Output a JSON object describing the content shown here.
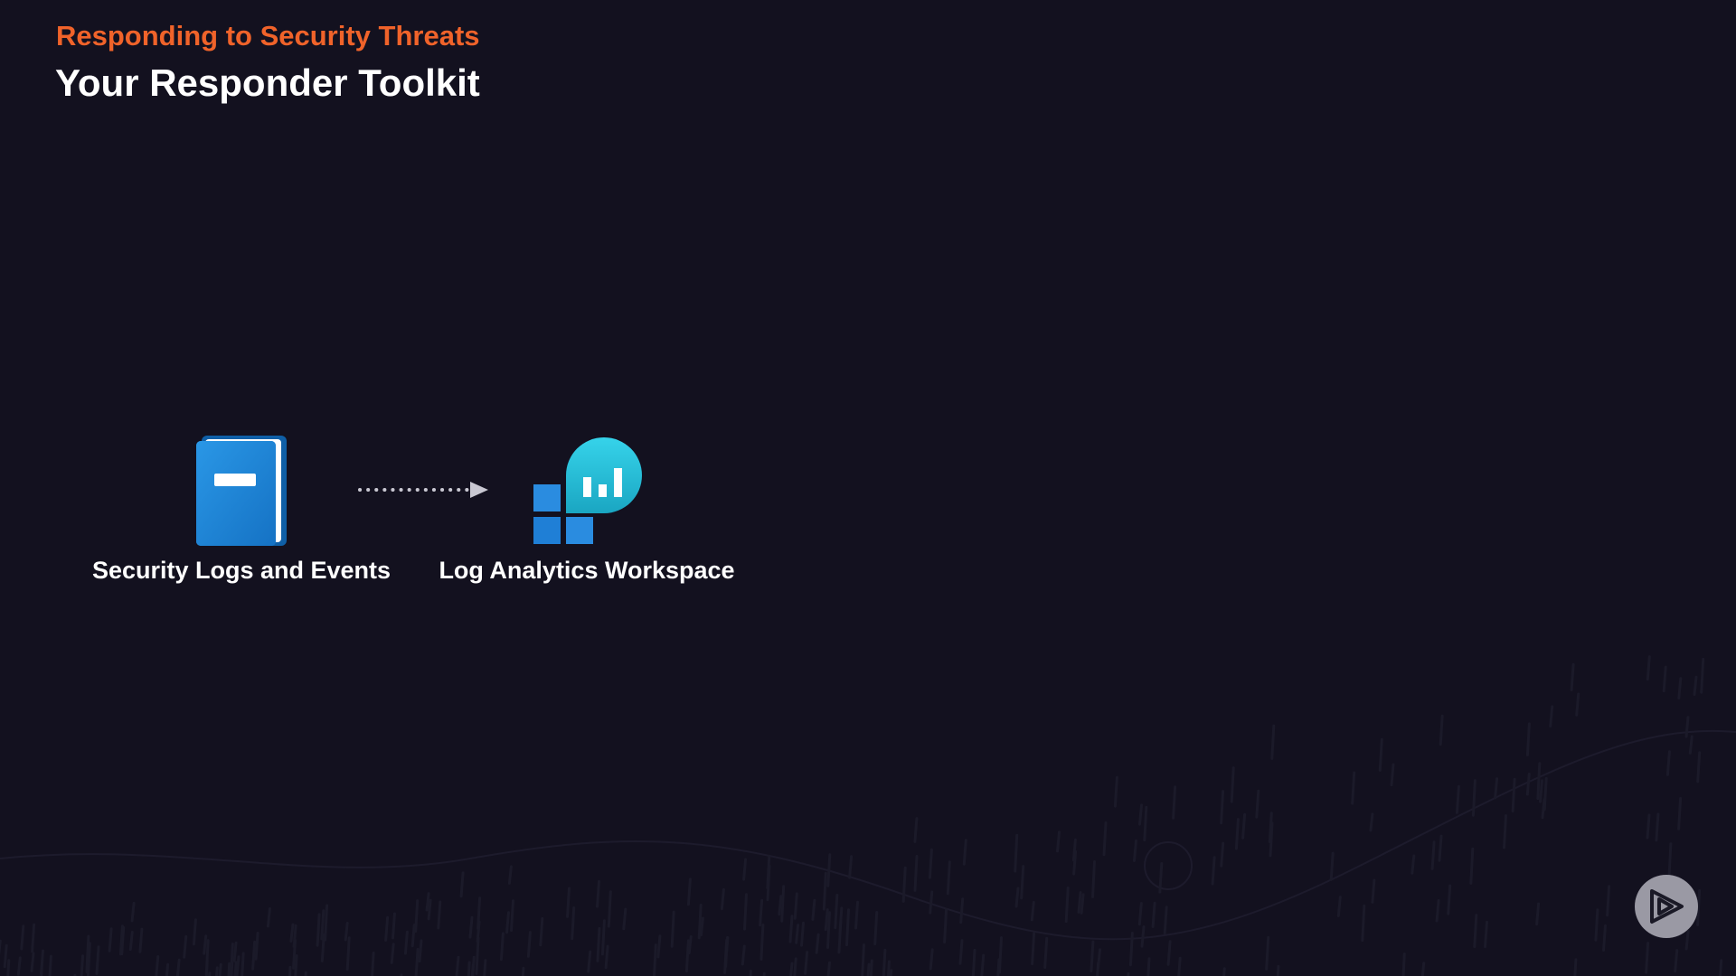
{
  "slide": {
    "kicker": "Responding to Security Threats",
    "title": "Your Responder Toolkit"
  },
  "diagram": {
    "nodes": [
      {
        "label": "Security Logs and Events",
        "icon": "book-icon"
      },
      {
        "label": "Log Analytics Workspace",
        "icon": "log-analytics-icon"
      }
    ],
    "connector": "dotted-arrow"
  },
  "player": {
    "icon": "play-logo-icon"
  },
  "colors": {
    "background": "#13111f",
    "accent": "#f0632a",
    "text": "#ffffff",
    "icon_blue": "#1f87d8",
    "icon_cyan": "#29c0d6"
  }
}
